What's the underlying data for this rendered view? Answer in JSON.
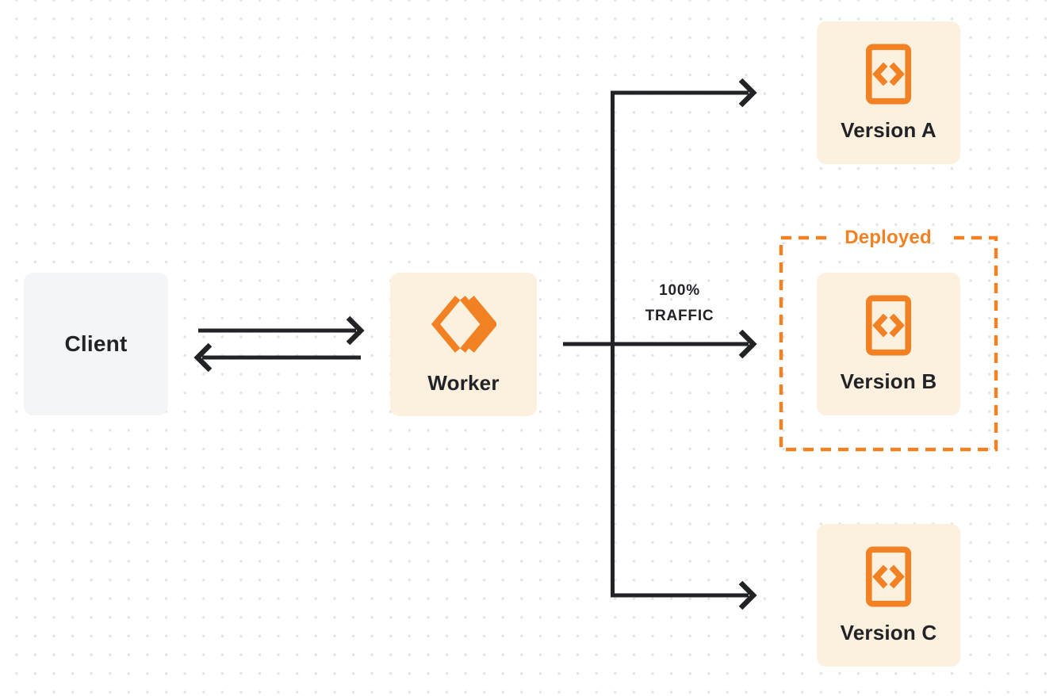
{
  "nodes": {
    "client": {
      "label": "Client"
    },
    "worker": {
      "label": "Worker"
    },
    "version_a": {
      "label": "Version A"
    },
    "version_b": {
      "label": "Version B"
    },
    "version_c": {
      "label": "Version C"
    }
  },
  "edge_labels": {
    "traffic_pct": "100%",
    "traffic_word": "TRAFFIC"
  },
  "deployed_badge": {
    "label": "Deployed"
  },
  "icons": {
    "worker_icon": "cloudflare-workers-icon",
    "version_icon": "code-file-icon"
  },
  "colors": {
    "accent_orange": "#F18122",
    "node_peach_bg": "#FCF0DF",
    "client_bg": "#F4F5F6",
    "ink": "#222327",
    "dot_grid": "#E3E3E6"
  }
}
